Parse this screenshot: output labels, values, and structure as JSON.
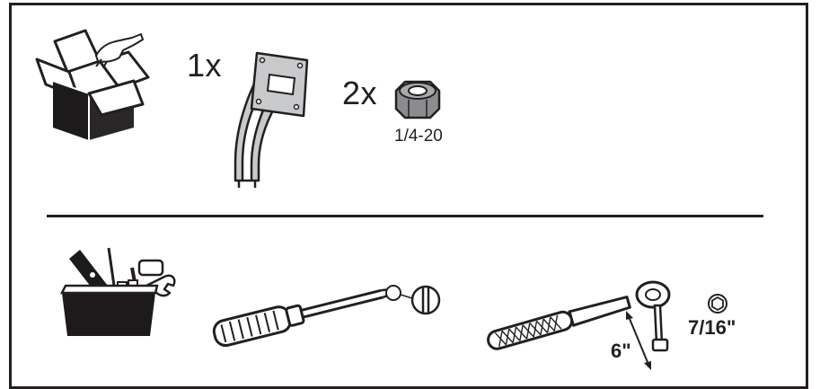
{
  "parts": {
    "bracket": {
      "quantity": "1x"
    },
    "nut": {
      "quantity": "2x",
      "spec": "1/4-20"
    }
  },
  "tools": {
    "socket": {
      "extension_length": "6\"",
      "socket_size": "7/16\""
    }
  },
  "colors": {
    "ink": "#231f20",
    "box_fill": "#1c1a1b",
    "grey": "#8a8c8e",
    "light_grey": "#c8c9cb"
  }
}
